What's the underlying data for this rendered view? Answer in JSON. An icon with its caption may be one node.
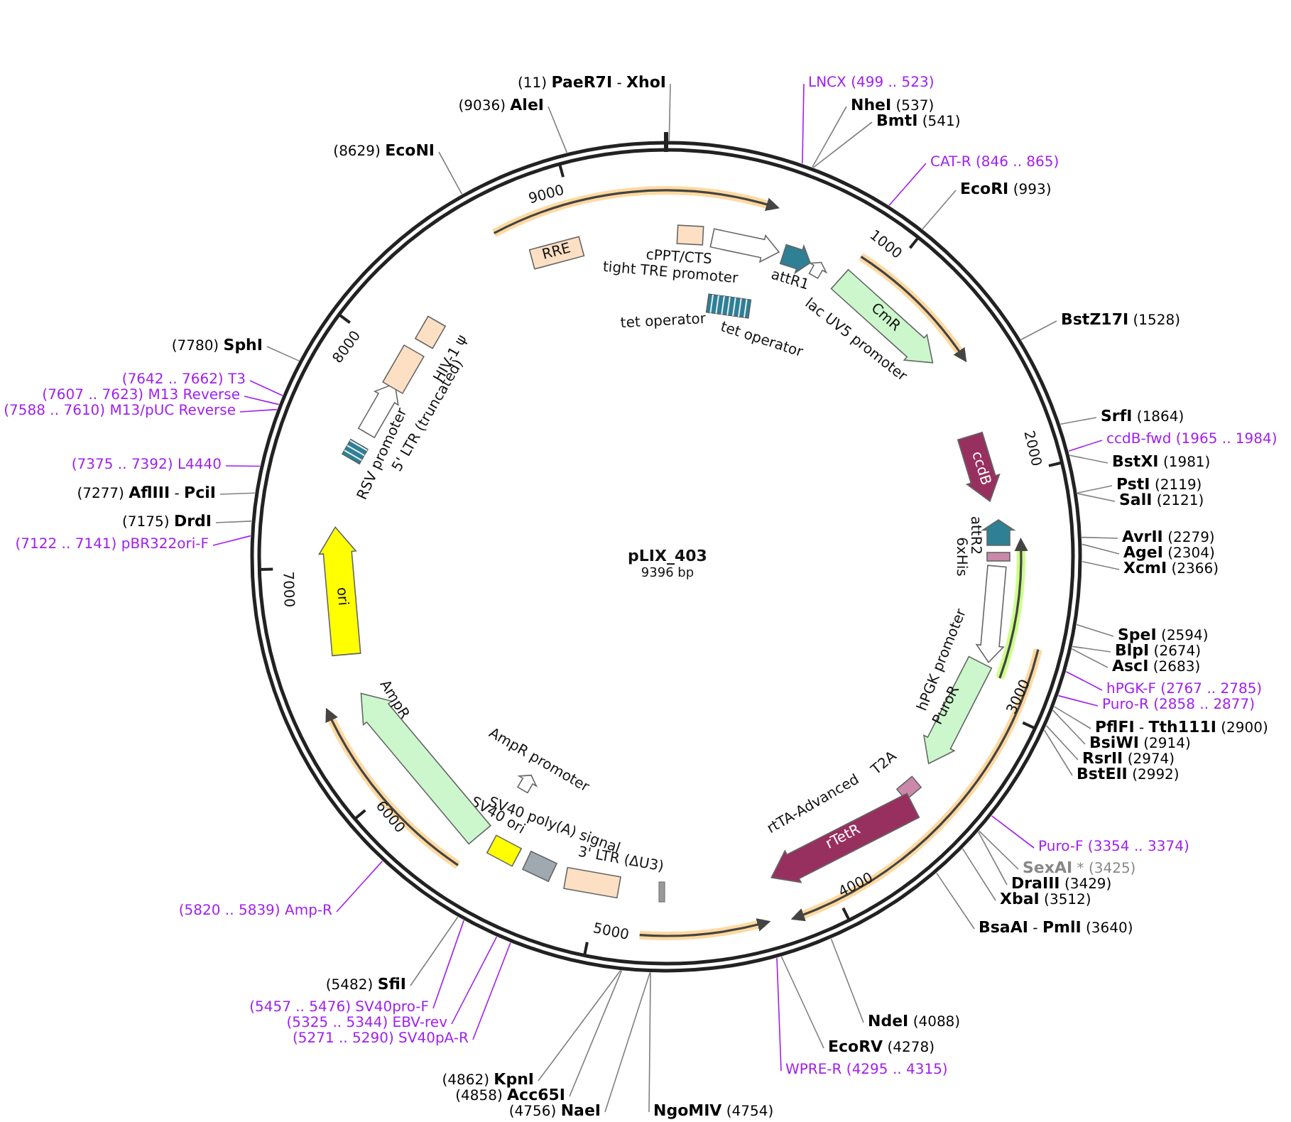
{
  "diagram": {
    "title": "pLIX_403",
    "nodes": [
      {
        "text": [
          "(11) **PaeR7I** - **XhoI**"
        ]
      },
      {
        "text": [
          "LNCX (499 .. 523)"
        ]
      },
      {
        "text": [
          "**NheI** (537)"
        ]
      },
      {
        "text": [
          "**BmtI** (541)"
        ]
      },
      {
        "text": [
          "CAT-R (846 .. 865)"
        ]
      },
      {
        "text": [
          "**EcoRI** (993)"
        ]
      },
      {
        "text": [
          "**BstZ17I** (1528)"
        ]
      },
      {
        "text": [
          "**SrfI** (1864)"
        ]
      },
      {
        "text": [
          "ccdB-fwd (1965 .. 1984)"
        ]
      },
      {
        "text": [
          "**BstXI** (1981)"
        ]
      },
      {
        "text": [
          "**PstI** (2119)"
        ]
      },
      {
        "text": [
          "**SalI** (2121)"
        ]
      },
      {
        "text": [
          "**AvrII** (2279)"
        ]
      },
      {
        "text": [
          "**AgeI** (2304)"
        ]
      },
      {
        "text": [
          "**XcmI** (2366)"
        ]
      },
      {
        "text": [
          "**SpeI** (2594)"
        ]
      },
      {
        "text": [
          "**BlpI** (2674)"
        ]
      },
      {
        "text": [
          "**AscI** (2683)"
        ]
      },
      {
        "text": [
          "hPGK-F (2767 .. 2785)"
        ]
      },
      {
        "text": [
          "Puro-R (2858 .. 2877)"
        ]
      },
      {
        "text": [
          "**PflFI** - **Tth111I** (2900)"
        ]
      },
      {
        "text": [
          "**BsiWI** (2914)"
        ]
      },
      {
        "text": [
          "**RsrII** (2974)"
        ]
      },
      {
        "text": [
          "**BstEII** (2992)"
        ]
      },
      {
        "text": [
          "Puro-F (3354 .. 3374)"
        ]
      },
      {
        "text": [
          "**SexAI** * (3425)"
        ]
      },
      {
        "text": [
          "**DraIII** (3429)"
        ]
      },
      {
        "text": [
          "**XbaI** (3512)"
        ]
      },
      {
        "text": [
          "**BsaAI** - **PmlI** (3640)"
        ]
      },
      {
        "text": [
          "**NdeI** (4088)"
        ]
      },
      {
        "text": [
          "**EcoRV** (4278)"
        ]
      },
      {
        "text": [
          "WPRE-R (4295 .. 4315)"
        ]
      },
      {
        "text": [
          "**NgoMIV** (4754)"
        ]
      },
      {
        "text": [
          "(4756) **NaeI**"
        ]
      },
      {
        "text": [
          "(4858) **Acc65I**"
        ]
      },
      {
        "text": [
          "(4862) **KpnI**"
        ]
      },
      {
        "text": [
          "(5271 .. 5290) SV40pA-R"
        ]
      },
      {
        "text": [
          "(5325 .. 5344) EBV-rev"
        ]
      },
      {
        "text": [
          "(5457 .. 5476) SV40pro-F"
        ]
      },
      {
        "text": [
          "(5482) **SfiI**"
        ]
      },
      {
        "text": [
          "(5820 .. 5839) Amp-R"
        ]
      },
      {
        "text": [
          "(7122 .. 7141) pBR322ori-F"
        ]
      },
      {
        "text": [
          "(7175) **DrdI**"
        ]
      },
      {
        "text": [
          "(7277) **AflIII** - **PciI**"
        ]
      },
      {
        "text": [
          "(7375 .. 7392) L4440"
        ]
      },
      {
        "text": [
          "(7588 .. 7610) M13/pUC Reverse"
        ]
      },
      {
        "text": [
          "(7607 .. 7623) M13 Reverse"
        ]
      },
      {
        "text": [
          "(7642 .. 7662) T3"
        ]
      },
      {
        "text": [
          "(7780) **SphI**"
        ]
      },
      {
        "text": [
          "(8629) **EcoNI**"
        ]
      },
      {
        "text": [
          "(9036) **AleI**"
        ]
      },
      {
        "text": [
          "RRE"
        ]
      },
      {
        "text": [
          "cPPT/CTS"
        ]
      },
      {
        "text": [
          "tight TRE promoter"
        ]
      },
      {
        "text": [
          "attR1"
        ]
      },
      {
        "text": [
          "lac UV5 promoter"
        ]
      },
      {
        "text": [
          "CmR"
        ]
      },
      {
        "text": [
          "tet operator",
          "tet operator"
        ]
      },
      {
        "text": [
          "ccdB"
        ]
      },
      {
        "text": [
          "attR2"
        ]
      },
      {
        "text": [
          "6xHis"
        ]
      },
      {
        "text": [
          "hPGK promoter"
        ]
      },
      {
        "text": [
          "PuroR"
        ]
      },
      {
        "text": [
          "T2A"
        ]
      },
      {
        "text": [
          "rtTA-Advanced",
          "rTetR"
        ]
      },
      {
        "text": [],
        "shape": "bar"
      },
      {
        "text": [
          "3' LTR (ΔU3)"
        ]
      },
      {
        "text": [
          "SV40 poly(A) signal"
        ]
      },
      {
        "text": [
          "SV40 ori"
        ]
      },
      {
        "text": [
          "AmpR promoter"
        ]
      },
      {
        "text": [
          "AmpR"
        ]
      },
      {
        "text": [
          "ori"
        ]
      },
      {
        "text": [
          "RSV promoter"
        ]
      },
      {
        "text": [
          "5' LTR (truncated)"
        ]
      },
      {
        "text": [
          "HIV-1 ψ"
        ]
      },
      {
        "text": [],
        "shape": "box"
      }
    ],
    "edges": [
      {
        "from": 0,
        "to": null,
        "arrow": "none"
      },
      {
        "from": 1,
        "to": null,
        "arrow": "none",
        "color": "#a020f0"
      },
      {
        "from": 2,
        "to": null,
        "arrow": "none"
      },
      {
        "from": 3,
        "to": null,
        "arrow": "none"
      },
      {
        "from": 4,
        "to": null,
        "arrow": "none",
        "color": "#a020f0"
      },
      {
        "from": 5,
        "to": null,
        "arrow": "none"
      },
      {
        "from": 6,
        "to": null,
        "arrow": "none"
      },
      {
        "from": 7,
        "to": null,
        "arrow": "none"
      },
      {
        "from": 8,
        "to": null,
        "arrow": "none",
        "color": "#a020f0"
      },
      {
        "from": 9,
        "to": null,
        "arrow": "none"
      },
      {
        "from": 10,
        "to": null,
        "arrow": "none"
      },
      {
        "from": 11,
        "to": null,
        "arrow": "none"
      },
      {
        "from": 12,
        "to": null,
        "arrow": "none"
      },
      {
        "from": 13,
        "to": null,
        "arrow": "none"
      },
      {
        "from": 14,
        "to": null,
        "arrow": "none"
      },
      {
        "from": 15,
        "to": null,
        "arrow": "none"
      },
      {
        "from": 16,
        "to": null,
        "arrow": "none"
      },
      {
        "from": 17,
        "to": null,
        "arrow": "none"
      },
      {
        "from": 18,
        "to": null,
        "arrow": "none",
        "color": "#a020f0"
      },
      {
        "from": 19,
        "to": null,
        "arrow": "none",
        "color": "#a020f0"
      },
      {
        "from": 20,
        "to": null,
        "arrow": "none"
      },
      {
        "from": 21,
        "to": null,
        "arrow": "none"
      },
      {
        "from": 22,
        "to": null,
        "arrow": "none"
      },
      {
        "from": 23,
        "to": null,
        "arrow": "none"
      },
      {
        "from": 24,
        "to": null,
        "arrow": "none",
        "color": "#a020f0"
      },
      {
        "from": 25,
        "to": null,
        "arrow": "none"
      },
      {
        "from": 26,
        "to": null,
        "arrow": "none"
      },
      {
        "from": 27,
        "to": null,
        "arrow": "none"
      },
      {
        "from": 28,
        "to": null,
        "arrow": "none"
      },
      {
        "from": 29,
        "to": null,
        "arrow": "none"
      },
      {
        "from": 30,
        "to": null,
        "arrow": "none"
      },
      {
        "from": 31,
        "to": null,
        "arrow": "none",
        "color": "#a020f0"
      },
      {
        "from": 32,
        "to": null,
        "arrow": "none"
      },
      {
        "from": 33,
        "to": null,
        "arrow": "none"
      },
      {
        "from": 34,
        "to": null,
        "arrow": "none"
      },
      {
        "from": 35,
        "to": null,
        "arrow": "none"
      },
      {
        "from": 36,
        "to": null,
        "arrow": "none",
        "color": "#a020f0"
      },
      {
        "from": 37,
        "to": null,
        "arrow": "none",
        "color": "#a020f0"
      },
      {
        "from": 38,
        "to": null,
        "arrow": "none",
        "color": "#a020f0"
      },
      {
        "from": 39,
        "to": null,
        "arrow": "none"
      },
      {
        "from": 40,
        "to": null,
        "arrow": "none",
        "color": "#a020f0"
      },
      {
        "from": 41,
        "to": null,
        "arrow": "none",
        "color": "#a020f0"
      },
      {
        "from": 42,
        "to": null,
        "arrow": "none"
      },
      {
        "from": 43,
        "to": null,
        "arrow": "none"
      },
      {
        "from": 44,
        "to": null,
        "arrow": "none",
        "color": "#a020f0"
      },
      {
        "from": 45,
        "to": null,
        "arrow": "none",
        "color": "#a020f0"
      },
      {
        "from": 46,
        "to": null,
        "arrow": "none",
        "color": "#a020f0"
      },
      {
        "from": 47,
        "to": null,
        "arrow": "none",
        "color": "#a020f0"
      },
      {
        "from": 48,
        "to": null,
        "arrow": "none"
      },
      {
        "from": 49,
        "to": null,
        "arrow": "none"
      },
      {
        "from": 50,
        "to": null,
        "arrow": "none"
      }
    ],
    "labels": [
      "9396 bp",
      "1000",
      "2000",
      "3000",
      "4000",
      "5000",
      "6000",
      "7000",
      "8000",
      "9000"
    ]
  }
}
